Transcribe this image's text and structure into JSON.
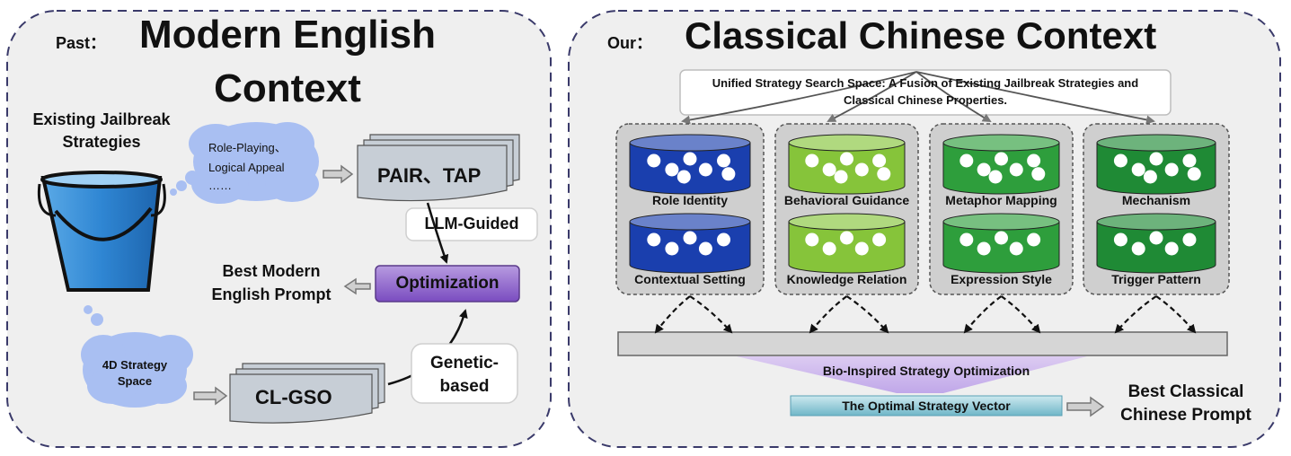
{
  "left": {
    "past_label": "Past：",
    "title_line1": "Modern English",
    "title_line2": "Context",
    "existing_strategies": [
      "Existing Jailbreak",
      "Strategies"
    ],
    "cloud_top": [
      "Role-Playing、",
      "Logical Appeal",
      "……"
    ],
    "pair_tap": "PAIR、TAP",
    "llm_guided": "LLM-Guided",
    "best_prompt": [
      "Best Modern",
      "English Prompt"
    ],
    "optimization": "Optimization",
    "cloud_bottom": [
      "4D Strategy",
      "Space"
    ],
    "cl_gso": "CL-GSO",
    "genetic": [
      "Genetic-",
      "based"
    ]
  },
  "right": {
    "our_label": "Our：",
    "title": "Classical Chinese Context",
    "unified": [
      "Unified Strategy Search Space: A Fusion of Existing Jailbreak Strategies and",
      "Classical Chinese Properties."
    ],
    "groups": [
      {
        "color": "#1a3fae",
        "items": [
          "Role Identity",
          "Contextual Setting"
        ]
      },
      {
        "color": "#86c43a",
        "items": [
          "Behavioral Guidance",
          "Knowledge Relation"
        ]
      },
      {
        "color": "#2e9e3c",
        "items": [
          "Metaphor Mapping",
          "Expression Style"
        ]
      },
      {
        "color": "#1f8a35",
        "items": [
          "Mechanism",
          "Trigger Pattern"
        ]
      }
    ],
    "vector_colors": [
      "#222222",
      "#2b2b2b",
      "#7a2fb0",
      "#7a2fb0",
      "#2a8a2a",
      "#2a8a2a",
      "#2d6f8a",
      "#2d6f8a"
    ],
    "bio_inspired": "Bio-Inspired Strategy Optimization",
    "optimal_vector": "The Optimal Strategy Vector",
    "best_prompt": [
      "Best Classical",
      "Chinese Prompt"
    ]
  }
}
